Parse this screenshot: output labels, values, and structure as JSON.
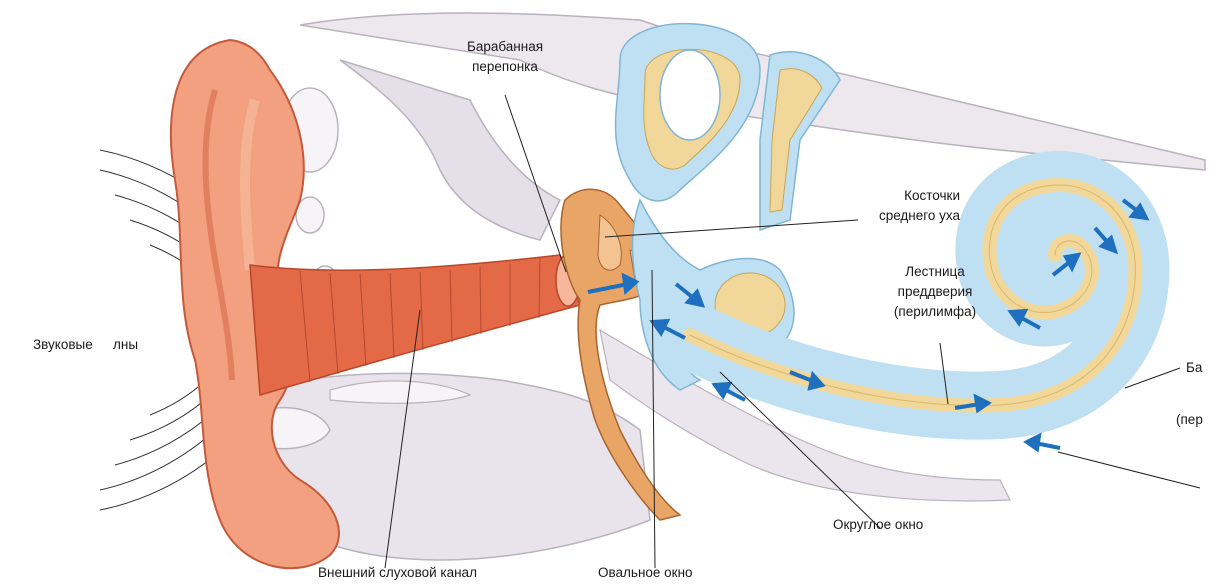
{
  "labels": {
    "eardrum": [
      "Барабанная",
      "перепонка"
    ],
    "ossicles": [
      "Косточки",
      "среднего уха"
    ],
    "vestibule": [
      "Лестница",
      "преддверия",
      "(перилимфа)"
    ],
    "sound_waves": "Звуковые",
    "sound_waves_tail": "лны",
    "cut_right_1": "Ба",
    "cut_right_2": "(пер",
    "round_window": "Округлое окно",
    "ear_canal": "Внешний слуховой канал",
    "oval_window": "Овальное окно"
  },
  "colors": {
    "skin": "#f2a07f",
    "skin_dark": "#d9603f",
    "canal": "#e46a47",
    "bone": "#e8e3ea",
    "bone_line": "#b7b0bb",
    "perilymph": "#bfe0f2",
    "endolymph": "#f1d79a",
    "arrow": "#1f6fbf",
    "ossicle": "#e9a566"
  }
}
